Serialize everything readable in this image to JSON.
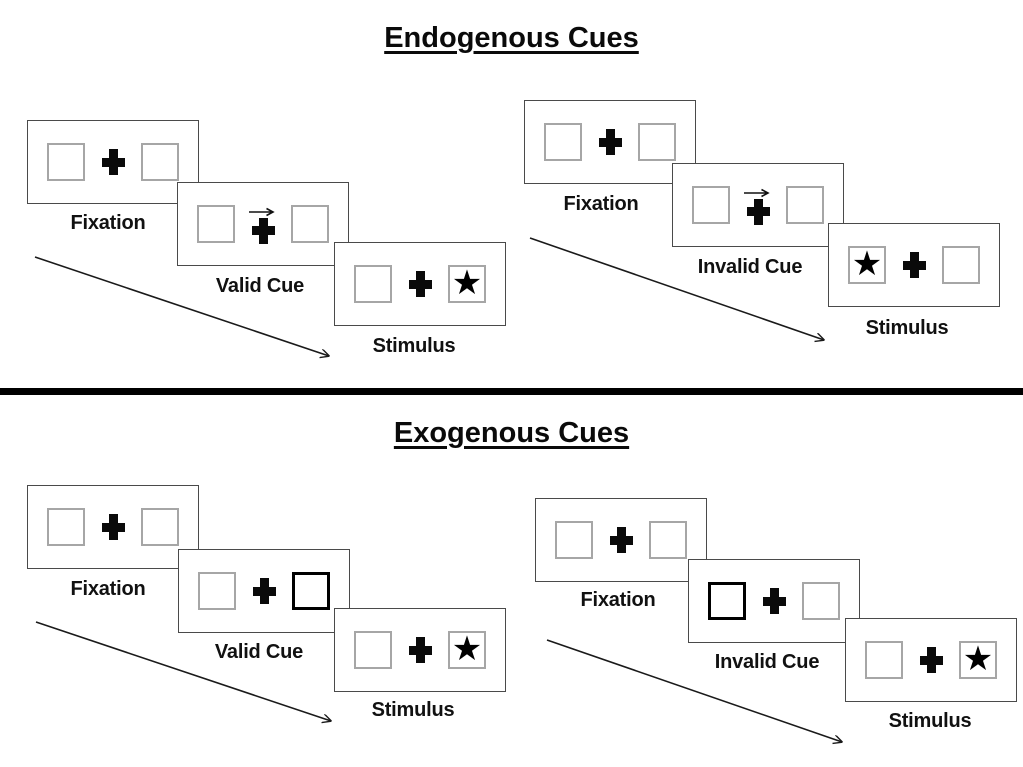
{
  "colors": {
    "background": "#ffffff",
    "text": "#111111",
    "panel_border": "#4a4a4a",
    "box_border": "#a6a6a6",
    "cue_box_border": "#000000",
    "divider": "#000000",
    "arrow": "#1a1a1a"
  },
  "glyphs": {
    "star": "★"
  },
  "icons": {
    "fixation_cross": "plus-icon",
    "cue_arrow": "right-arrow-icon",
    "target": "star-icon",
    "sequence_arrow": "diagonal-arrow-icon"
  },
  "sections": [
    {
      "title": "Endogenous Cues",
      "groups": [
        {
          "name": "valid-trial",
          "panels": [
            {
              "label": "Fixation",
              "left_box": "empty",
              "center": "plus",
              "right_box": "empty"
            },
            {
              "label": "Valid Cue",
              "left_box": "empty",
              "center": "plus-with-arrow-right",
              "right_box": "empty"
            },
            {
              "label": "Stimulus",
              "left_box": "empty",
              "center": "plus",
              "right_box": "star"
            }
          ]
        },
        {
          "name": "invalid-trial",
          "panels": [
            {
              "label": "Fixation",
              "left_box": "empty",
              "center": "plus",
              "right_box": "empty"
            },
            {
              "label": "Invalid Cue",
              "left_box": "empty",
              "center": "plus-with-arrow-right",
              "right_box": "empty"
            },
            {
              "label": "Stimulus",
              "left_box": "star",
              "center": "plus",
              "right_box": "empty"
            }
          ]
        }
      ]
    },
    {
      "title": "Exogenous Cues",
      "groups": [
        {
          "name": "valid-trial",
          "panels": [
            {
              "label": "Fixation",
              "left_box": "empty",
              "center": "plus",
              "right_box": "empty"
            },
            {
              "label": "Valid Cue",
              "left_box": "empty",
              "center": "plus",
              "right_box": "highlighted"
            },
            {
              "label": "Stimulus",
              "left_box": "empty",
              "center": "plus",
              "right_box": "star"
            }
          ]
        },
        {
          "name": "invalid-trial",
          "panels": [
            {
              "label": "Fixation",
              "left_box": "empty",
              "center": "plus",
              "right_box": "empty"
            },
            {
              "label": "Invalid Cue",
              "left_box": "highlighted",
              "center": "plus",
              "right_box": "empty"
            },
            {
              "label": "Stimulus",
              "left_box": "empty",
              "center": "plus",
              "right_box": "star"
            }
          ]
        }
      ]
    }
  ]
}
